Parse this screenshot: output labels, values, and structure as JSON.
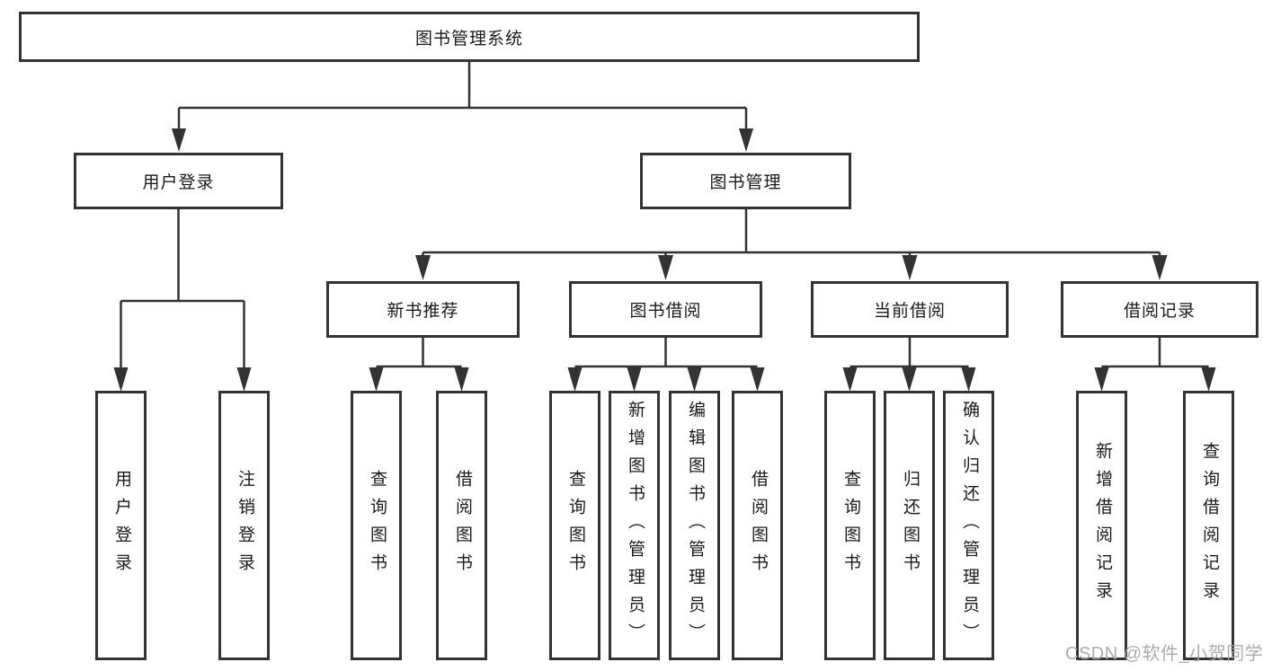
{
  "diagram": {
    "title": "图书管理系统",
    "branches": [
      {
        "label": "用户登录",
        "children": [
          {
            "label": "用户登录"
          },
          {
            "label": "注销登录"
          }
        ]
      },
      {
        "label": "图书管理",
        "children": [
          {
            "label": "新书推荐",
            "children": [
              {
                "label": "查询图书"
              },
              {
                "label": "借阅图书"
              }
            ]
          },
          {
            "label": "图书借阅",
            "children": [
              {
                "label": "查询图书"
              },
              {
                "label": "新增图书（管理员）"
              },
              {
                "label": "编辑图书（管理员）"
              },
              {
                "label": "借阅图书"
              }
            ]
          },
          {
            "label": "当前借阅",
            "children": [
              {
                "label": "查询图书"
              },
              {
                "label": "归还图书"
              },
              {
                "label": "确认归还（管理员）"
              }
            ]
          },
          {
            "label": "借阅记录",
            "children": [
              {
                "label": "新增借阅记录"
              },
              {
                "label": "查询借阅记录"
              }
            ]
          }
        ]
      }
    ]
  },
  "colors": {
    "line": "#333333",
    "text": "#1a1a1a",
    "watermark": "#a8a8a8"
  },
  "watermark": "CSDN @软件_小贺同学"
}
